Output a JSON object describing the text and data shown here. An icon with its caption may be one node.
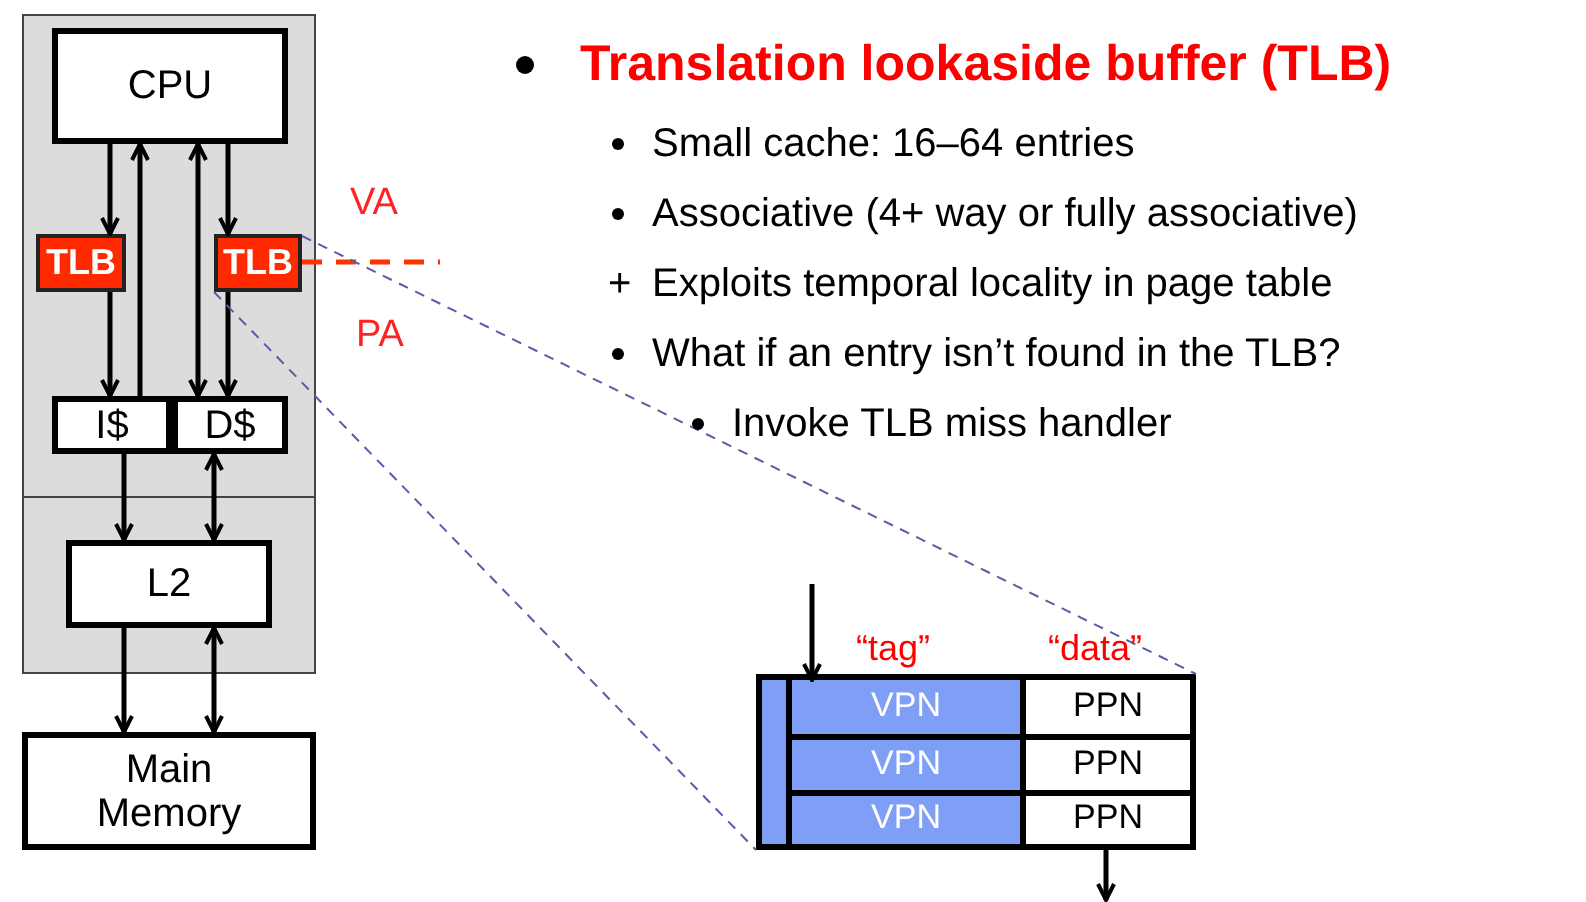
{
  "diagram": {
    "nodes": [
      {
        "text": [],
        "shape": "box"
      },
      {
        "text": [
          "CPU"
        ],
        "in": 0
      },
      {
        "text": [
          "TLB"
        ],
        "in": 0
      },
      {
        "text": [
          "TLB"
        ],
        "in": 0
      },
      {
        "text": [
          "I$"
        ],
        "in": 0
      },
      {
        "text": [
          "D$"
        ],
        "in": 0
      },
      {
        "text": [
          "L2"
        ],
        "in": 0
      },
      {
        "text": [
          "Main Memory"
        ]
      },
      {
        "text": [],
        "shape": "box"
      },
      {
        "text": [
          "VPN"
        ],
        "in": 8
      },
      {
        "text": [
          "PPN"
        ],
        "in": 8
      },
      {
        "text": [
          "VPN"
        ],
        "in": 8
      },
      {
        "text": [
          "PPN"
        ],
        "in": 8
      },
      {
        "text": [
          "VPN"
        ],
        "in": 8
      },
      {
        "text": [
          "PPN"
        ],
        "in": 8
      }
    ],
    "edges": [
      {
        "from": 1,
        "to": 2,
        "arrow": "to"
      },
      {
        "from": 2,
        "to": 4,
        "arrow": "to"
      },
      {
        "from": 4,
        "to": 1,
        "arrow": "to"
      },
      {
        "from": 1,
        "to": 5,
        "arrow": "both"
      },
      {
        "from": 1,
        "to": 3,
        "arrow": "to"
      },
      {
        "from": 3,
        "to": 5,
        "arrow": "to"
      },
      {
        "from": 4,
        "to": 6,
        "arrow": "to"
      },
      {
        "from": 5,
        "to": 6,
        "arrow": "both"
      },
      {
        "from": 6,
        "to": 7,
        "arrow": "to"
      },
      {
        "from": 6,
        "to": 7,
        "arrow": "both"
      },
      {
        "from": 3,
        "to": null,
        "arrow": "none",
        "style": "dashed",
        "color": "#ff3300"
      },
      {
        "from": 3,
        "to": 8,
        "arrow": "none",
        "style": "dashed",
        "color": "#5a5aaa"
      },
      {
        "from": 3,
        "to": 8,
        "arrow": "none",
        "style": "dashed",
        "color": "#5a5aaa"
      },
      {
        "from": null,
        "to": 9,
        "arrow": "to"
      },
      {
        "from": 14,
        "to": null,
        "arrow": "to"
      }
    ],
    "labels": [
      "Translation lookaside buffer (TLB)",
      "Small cache: 16–64 entries",
      "Associative (4+ way or fully associative)",
      "+",
      "Exploits temporal locality in page table",
      "What if an entry isn’t found in the TLB?",
      "Invoke TLB miss handler",
      "VA",
      "PA",
      "“tag”",
      "“data”"
    ]
  }
}
